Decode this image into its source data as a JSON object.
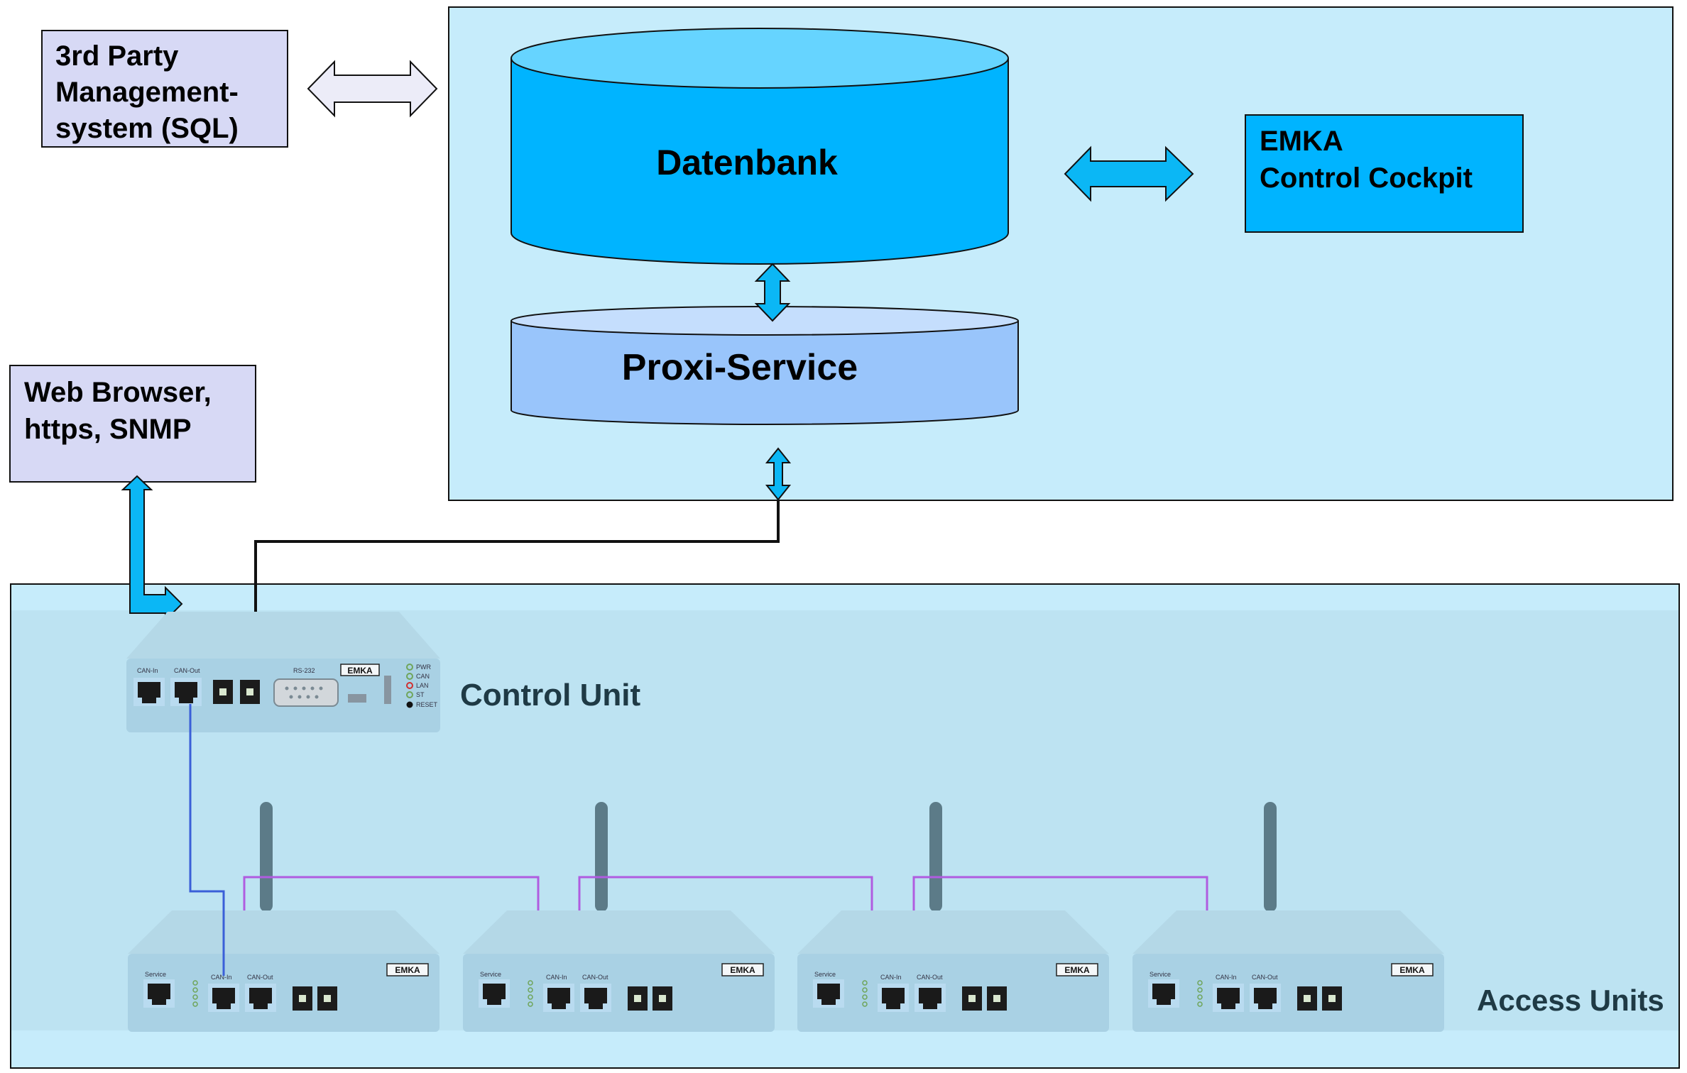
{
  "boxes": {
    "third_party": {
      "lines": [
        "3rd Party",
        "Management-",
        "system (SQL)"
      ]
    },
    "web_browser": {
      "lines": [
        "Web Browser,",
        "https, SNMP"
      ]
    },
    "emka_cockpit": {
      "lines": [
        "EMKA",
        "Control Cockpit"
      ]
    }
  },
  "cylinders": {
    "database": "Datenbank",
    "proxy": "Proxi-Service"
  },
  "labels": {
    "control_unit": "Control Unit",
    "access_units": "Access Units"
  },
  "device": {
    "control_ports": [
      "CAN-In",
      "CAN-Out",
      "RS-232"
    ],
    "access_ports": [
      "Service",
      "CAN-In",
      "CAN-Out"
    ],
    "brand": "EMKA",
    "led_labels": [
      "PWR",
      "CAN",
      "LAN",
      "ST",
      "RESET"
    ]
  },
  "colors": {
    "server_zone": "#c6ecfb",
    "device_zone": "#bde3f2",
    "lavender_box": "#d7d9f5",
    "database": "#00b4ff",
    "proxy": "#99c5fb",
    "arrow": "#0bb7f5",
    "access_link": "#b05ce0",
    "can_link": "#3a5fd8"
  }
}
